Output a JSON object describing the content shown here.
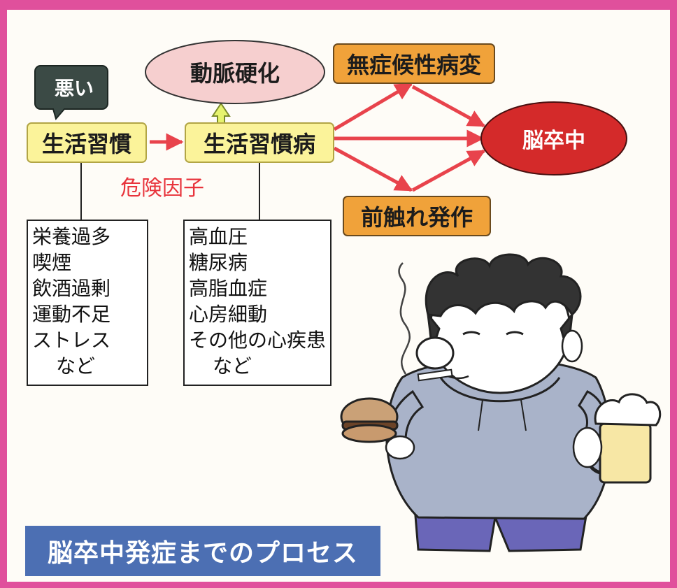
{
  "diagram": {
    "bad_bubble": "悪い",
    "lifestyle": "生活習慣",
    "lifestyle_disease": "生活習慣病",
    "arteriosclerosis": "動脈硬化",
    "risk_factor": "危険因子",
    "asymptomatic": "無症候性病変",
    "warning_attack": "前触れ発作",
    "stroke": "脳卒中",
    "lifestyle_list": [
      "栄養過多",
      "喫煙",
      "飲酒過剰",
      "運動不足",
      "ストレス"
    ],
    "lifestyle_list_etc": "など",
    "disease_list": [
      "高血圧",
      "糖尿病",
      "高脂血症",
      "心房細動",
      "その他の心疾患"
    ],
    "disease_list_etc": "など"
  },
  "caption": "脳卒中発症までのプロセス",
  "colors": {
    "background": "#e0509c",
    "arrow": "#e8434c",
    "stroke_oval": "#d42a2a",
    "caption_bar": "#4c6fb3"
  }
}
